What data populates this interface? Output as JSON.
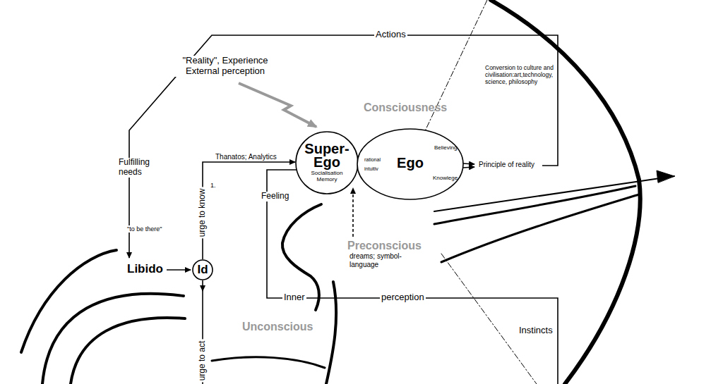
{
  "diagram": {
    "nodes": [
      {
        "text": [
          "Super-Ego",
          "Socialisation Memory"
        ]
      },
      {
        "text": [
          "Ego",
          "Believing",
          "Knowlege"
        ]
      },
      {
        "text": [
          "Id"
        ]
      }
    ],
    "edges": [
      {
        "from": 2,
        "to": 0,
        "arrow": "to",
        "label": "Thanatos; Analytics"
      }
    ],
    "labels": [
      "Actions",
      "\"Reality\", Experience External perception",
      "Conversion to culture and civilisation:art,technology, science, philosophy",
      "Consciousness",
      "Fulfilling needs",
      "\"to be there\"",
      "Libido",
      "urge to know",
      "1.",
      "rational",
      "intuitiv",
      "Principle of reality",
      "Feeling",
      "Preconscious",
      "dreams; symbol- language",
      "Inner",
      "perception",
      "Instincts",
      "Unconscious",
      "urge to act"
    ]
  }
}
